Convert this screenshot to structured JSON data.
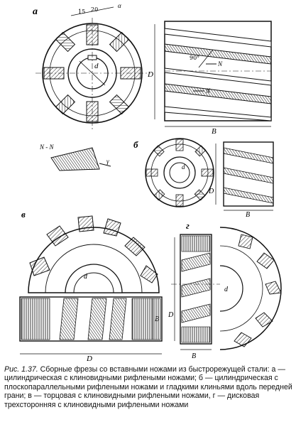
{
  "figure": {
    "panel_labels": {
      "a": "а",
      "b": "б",
      "v": "в",
      "g": "г"
    },
    "dims": {
      "d": "d",
      "D": "D",
      "B": "B",
      "N_top": "N",
      "N_bottom": "N",
      "nn": "N - N",
      "angle": "90°",
      "gamma": "γ",
      "alpha": "α",
      "n15": "15",
      "n20": "20"
    }
  },
  "caption": {
    "figure_number": "Рис. 1.37.",
    "text": "Сборные фрезы со вставными ножами из быстрорежущей стали: а — цилиндрическая с клиновидными рифлеными ножами; б — цилиндрическая с плоскопараллельными рифлеными ножами и гладкими клиньями вдоль передней грани; в — торцовая с клиновидными рифлеными ножами, г — дисковая трехсторонняя с клиновидными рифлеными ножами"
  }
}
